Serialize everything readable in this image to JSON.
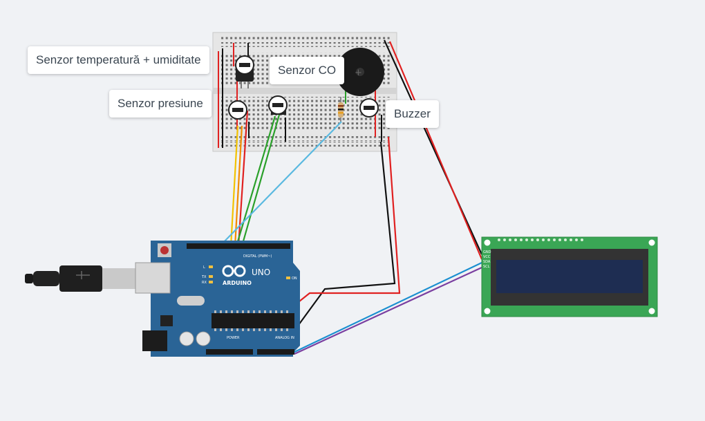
{
  "annotations": {
    "temp_humidity": "Senzor temperatură + umiditate",
    "pressure": "Senzor presiune",
    "co": "Senzor CO",
    "buzzer": "Buzzer"
  },
  "arduino": {
    "brand": "ARDUINO",
    "model": "UNO",
    "digital_label": "DIGITAL (PWM~)",
    "analog_label": "ANALOG IN",
    "power_label": "POWER",
    "led_l": "L",
    "led_tx": "TX",
    "led_rx": "RX",
    "on_label": "ON"
  },
  "lcd": {
    "pins": [
      "GND",
      "VCC",
      "SDA",
      "SCL"
    ]
  },
  "colors": {
    "background": "#f0f2f5",
    "board_blue": "#2a6496",
    "lcd_green": "#3aa655",
    "lcd_screen": "#1e2d52",
    "wire_red": "#e02020",
    "wire_black": "#111111",
    "wire_yellow": "#f2c200",
    "wire_orange": "#f28c00",
    "wire_green": "#2aa02a",
    "wire_cyan": "#5ab9e0",
    "wire_blue": "#1a8fd0",
    "wire_purple": "#7a3fa0"
  }
}
